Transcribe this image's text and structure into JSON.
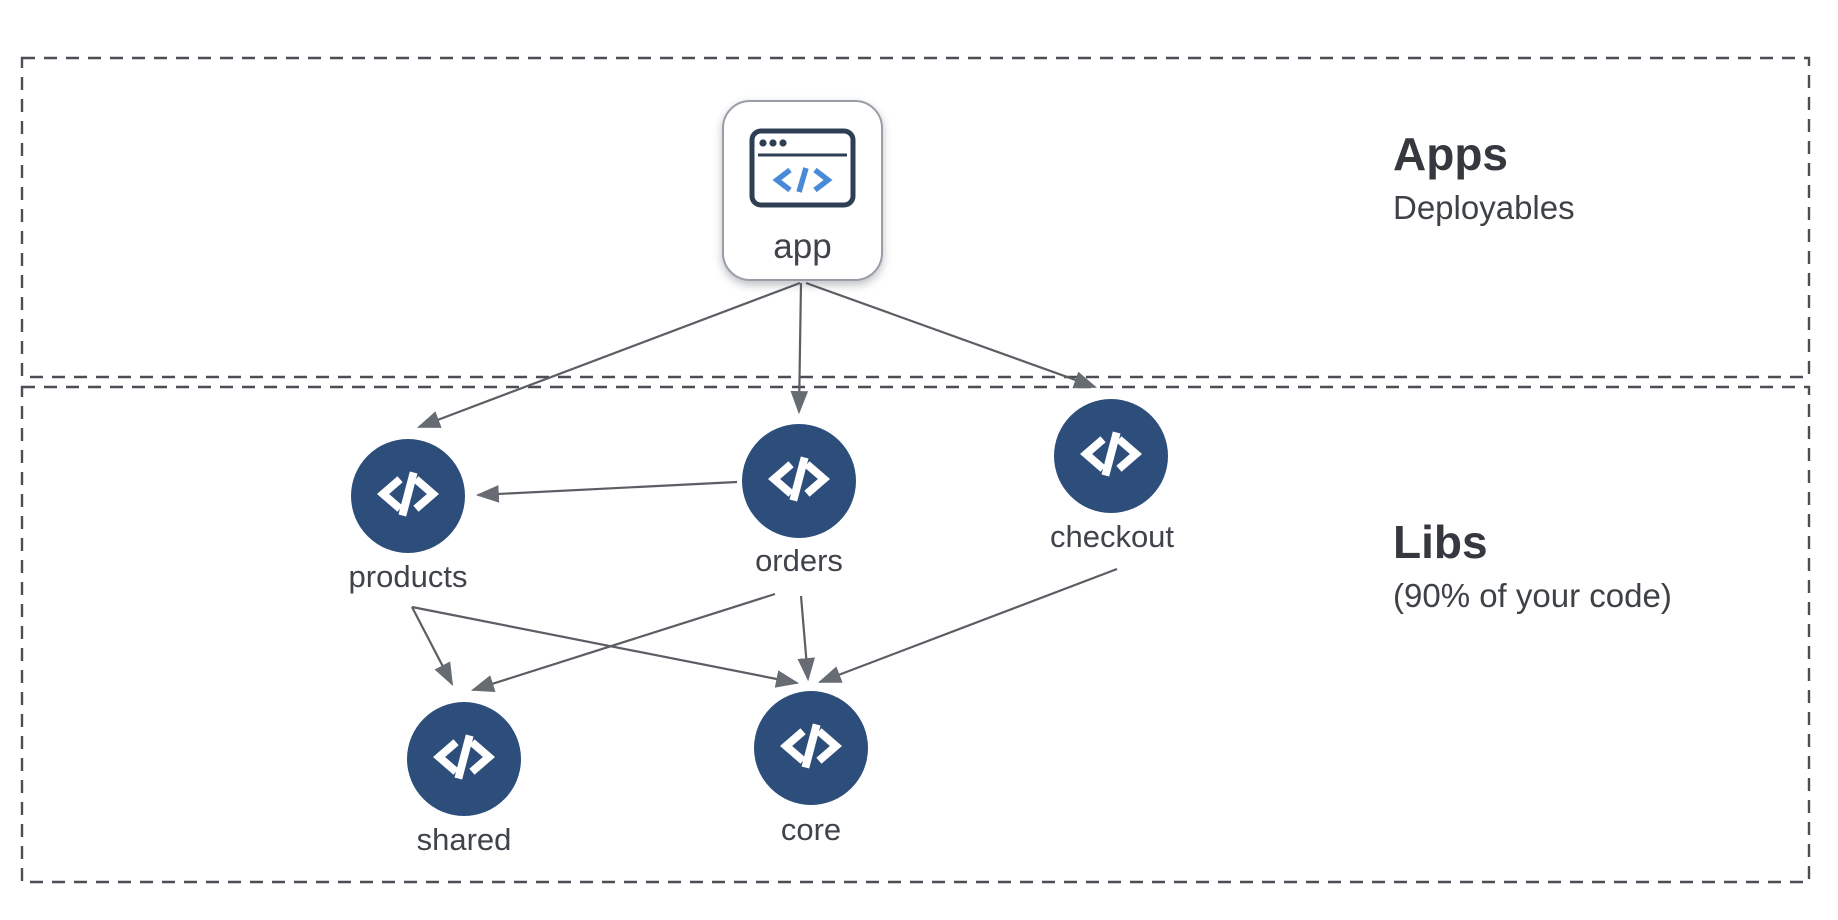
{
  "diagram": {
    "zones": [
      {
        "id": "apps",
        "title": "Apps",
        "subtitle": "Deployables"
      },
      {
        "id": "libs",
        "title": "Libs",
        "subtitle": "(90% of your code)"
      }
    ],
    "nodes": {
      "app": {
        "label": "app",
        "type": "application",
        "icon": "browser-code-icon"
      },
      "products": {
        "label": "products",
        "type": "library",
        "icon": "code-icon"
      },
      "orders": {
        "label": "orders",
        "type": "library",
        "icon": "code-icon"
      },
      "checkout": {
        "label": "checkout",
        "type": "library",
        "icon": "code-icon"
      },
      "shared": {
        "label": "shared",
        "type": "library",
        "icon": "code-icon"
      },
      "core": {
        "label": "core",
        "type": "library",
        "icon": "code-icon"
      }
    },
    "edges": [
      {
        "from": "app",
        "to": "products"
      },
      {
        "from": "app",
        "to": "orders"
      },
      {
        "from": "app",
        "to": "checkout"
      },
      {
        "from": "orders",
        "to": "products"
      },
      {
        "from": "products",
        "to": "shared"
      },
      {
        "from": "orders",
        "to": "shared"
      },
      {
        "from": "products",
        "to": "core"
      },
      {
        "from": "orders",
        "to": "core"
      },
      {
        "from": "checkout",
        "to": "core"
      }
    ],
    "colors": {
      "node_fill": "#2d4e7b",
      "node_icon": "#ffffff",
      "edge": "#5b5e64",
      "arrowhead": "#676b72",
      "zone_border": "#4b4e54",
      "text": "#3e4247",
      "app_code_blue": "#4a89d8",
      "app_frame_navy": "#2e3f54"
    }
  }
}
